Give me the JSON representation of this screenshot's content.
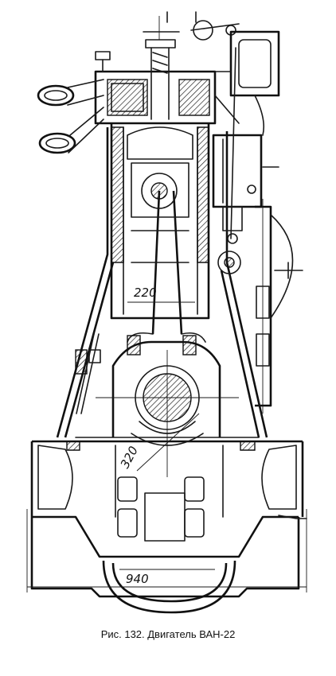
{
  "figure": {
    "caption": "Рис. 132. Двигатель ВАН-22",
    "dimensions": {
      "cylinder_bore": "220",
      "crank_radius": "320",
      "base_width": "940"
    }
  }
}
